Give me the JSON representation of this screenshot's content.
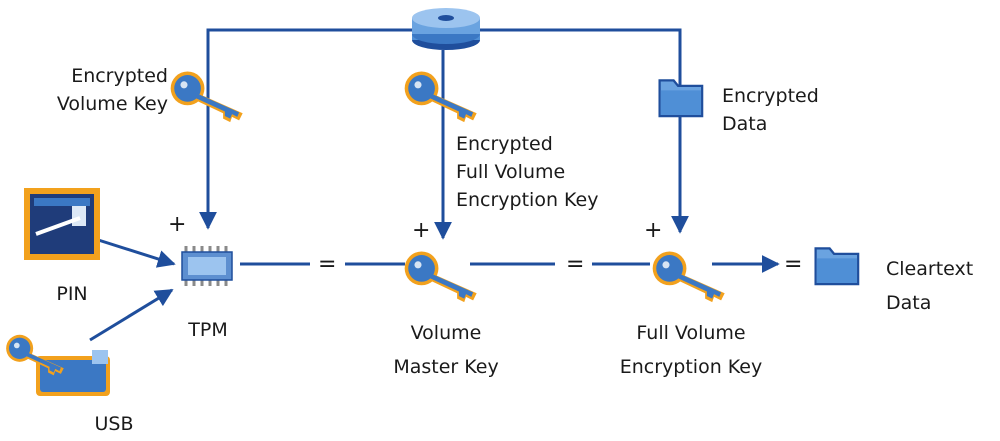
{
  "labels": {
    "encrypted_volume_key": [
      "Encrypted",
      "Volume Key"
    ],
    "encrypted_fvek": [
      "Encrypted",
      "Full Volume",
      "Encryption Key"
    ],
    "encrypted_data": [
      "Encrypted",
      "Data"
    ],
    "pin": "PIN",
    "usb": "USB",
    "tpm": "TPM",
    "volume_master_key": [
      "Volume",
      "Master Key"
    ],
    "fvek": [
      "Full Volume",
      "Encryption Key"
    ],
    "cleartext_data": [
      "Cleartext",
      "Data"
    ]
  },
  "operators": {
    "plus": "+",
    "equals": "="
  },
  "icons": [
    "disk-stack-icon",
    "key-icon",
    "folder-icon",
    "pin-keypad-icon",
    "usb-key-icon",
    "tpm-chip-icon"
  ],
  "colors": {
    "line": "#1f4e9c",
    "key_outline": "#f2a11d",
    "key_fill": "#3b78c4",
    "folder": "#4f8fd6",
    "disk": "#6aa3e0"
  }
}
